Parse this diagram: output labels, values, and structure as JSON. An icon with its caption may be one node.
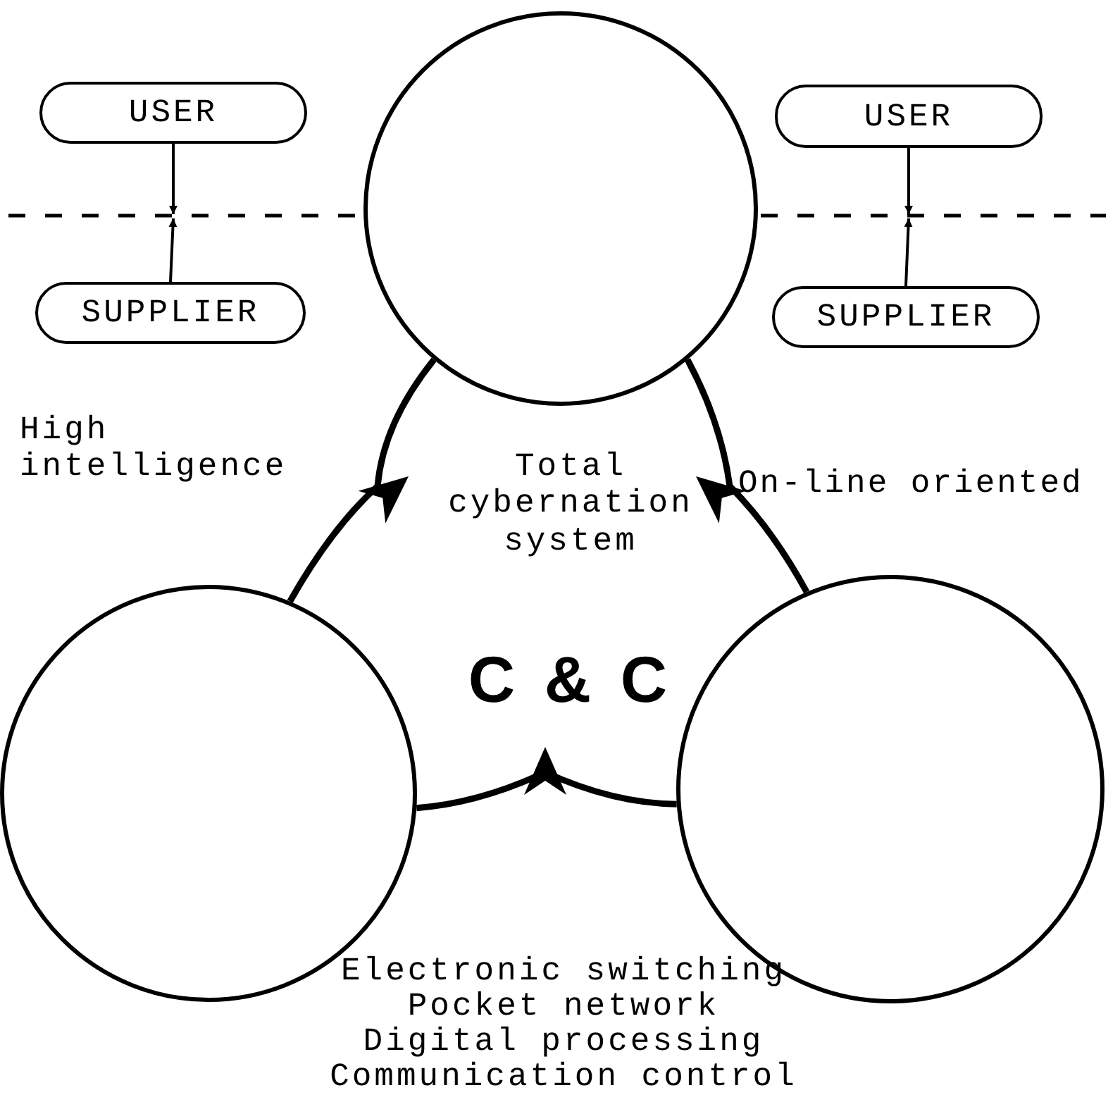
{
  "diagram": {
    "nodes": [
      {
        "text": [
          "USER"
        ]
      },
      {
        "text": [
          "SUPPLIER"
        ]
      },
      {
        "text": [
          "USER"
        ]
      },
      {
        "text": [
          "SUPPLIER"
        ]
      },
      {
        "text": [],
        "shape": "circle"
      },
      {
        "text": [],
        "shape": "circle"
      },
      {
        "text": [],
        "shape": "circle"
      }
    ],
    "edges": [
      {
        "from": 0,
        "to": null,
        "arrow": "to"
      },
      {
        "from": 1,
        "to": null,
        "arrow": "to"
      },
      {
        "from": 2,
        "to": null,
        "arrow": "to"
      },
      {
        "from": 3,
        "to": null,
        "arrow": "to"
      },
      {
        "from": 5,
        "to": 4,
        "arrow": "none",
        "style": "thick"
      },
      {
        "from": 4,
        "to": 6,
        "arrow": "none",
        "style": "thick"
      },
      {
        "from": 5,
        "to": 6,
        "arrow": "none",
        "style": "thick"
      }
    ],
    "labels": [
      "High intelligence",
      "Total cybernation system",
      "On-line oriented",
      "C & C",
      "Electronic switching",
      "Pocket network",
      "Digital processing",
      "Communication control"
    ]
  }
}
